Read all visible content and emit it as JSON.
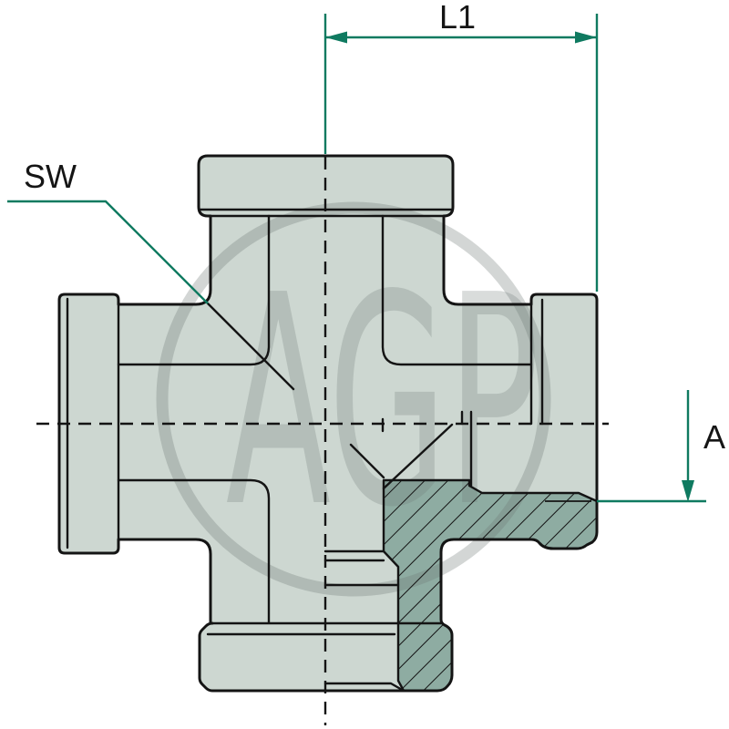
{
  "drawing": {
    "type": "technical-drawing cross fitting, quarter section view",
    "labels": {
      "length": "L1",
      "wrench_flats": "SW",
      "outlet": "A"
    },
    "watermark_text": "AGP",
    "colors": {
      "annotation_green": "#0F7A60",
      "body_fill": "#CDD7D1",
      "section_fill": "#8EACA2",
      "line_black": "#141414",
      "watermark_gray": "#6C7874"
    }
  }
}
